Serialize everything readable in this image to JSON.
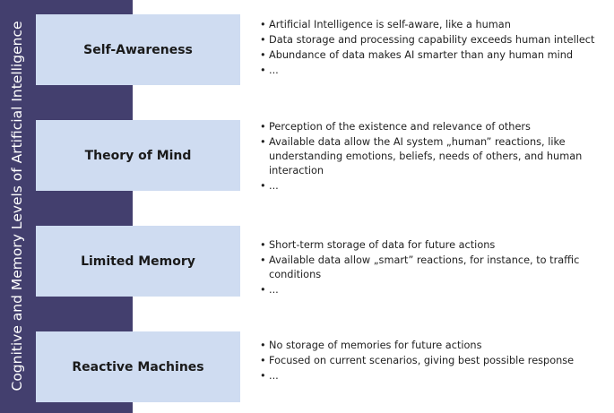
{
  "title": "Cognitive and Memory Levels of Artificial Intelligence",
  "levels": [
    {
      "name": "Self-Awareness",
      "points": [
        "Artificial Intelligence is self-aware, like a human",
        "Data storage and processing capability exceeds human intellect",
        "Abundance of data makes AI smarter than any human mind",
        "..."
      ]
    },
    {
      "name": "Theory of Mind",
      "points": [
        "Perception of the existence and relevance of others",
        "Available data allow the AI system „human” reactions, like understanding emotions, beliefs, needs of others, and human interaction",
        "..."
      ]
    },
    {
      "name": "Limited Memory",
      "points": [
        "Short-term storage of data for future actions",
        "Available data allow „smart” reactions, for instance, to traffic conditions",
        "..."
      ]
    },
    {
      "name": "Reactive Machines",
      "points": [
        "No storage of memories for future actions",
        "Focused on current scenarios, giving best possible response",
        "..."
      ]
    }
  ],
  "colors": {
    "sidebar": "#433f6e",
    "box": "#cfdcf1"
  }
}
